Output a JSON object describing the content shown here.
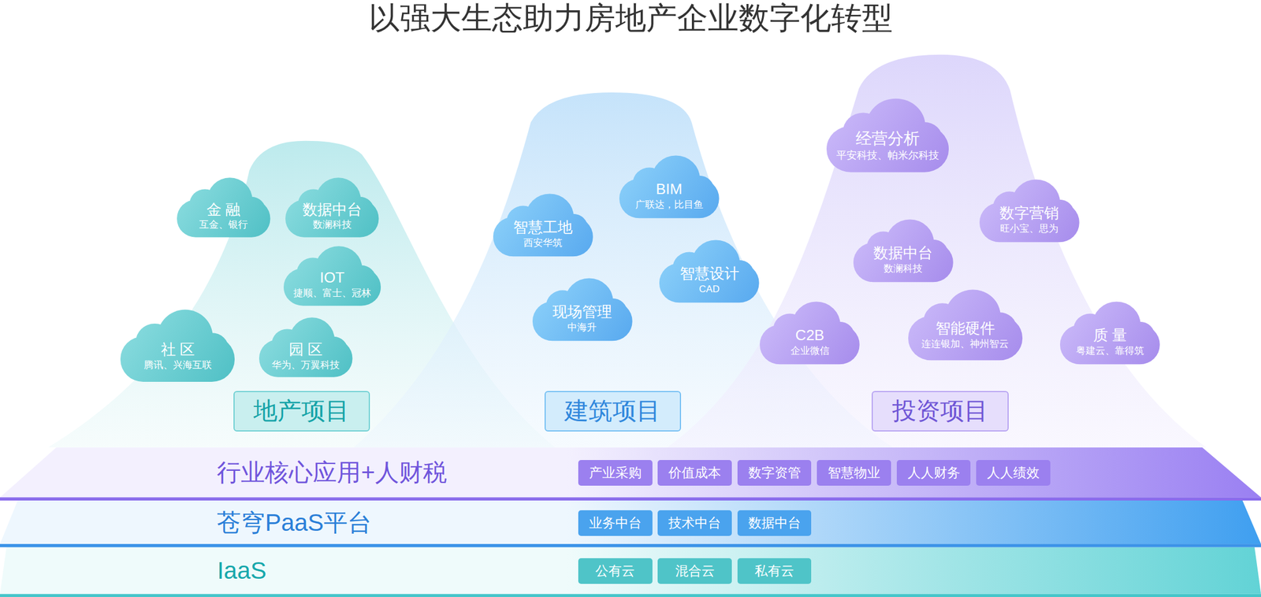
{
  "diagram": {
    "title": "以强大生态助力房地产企业数字化转型",
    "nodes": [
      {
        "text": [
          "金 融",
          "互金、银行"
        ]
      },
      {
        "text": [
          "数据中台",
          "数澜科技"
        ]
      },
      {
        "text": [
          "IOT",
          "捷顺、富士、冠林"
        ]
      },
      {
        "text": [
          "社 区",
          "腾讯、兴海互联"
        ]
      },
      {
        "text": [
          "园 区",
          "华为、万翼科技"
        ]
      },
      {
        "text": [
          "地产项目"
        ]
      },
      {
        "text": [
          "智慧工地",
          "西安华筑"
        ]
      },
      {
        "text": [
          "BIM",
          "广联达，比目鱼"
        ]
      },
      {
        "text": [
          "现场管理",
          "中海升"
        ]
      },
      {
        "text": [
          "智慧设计",
          "CAD"
        ]
      },
      {
        "text": [
          "建筑项目"
        ]
      },
      {
        "text": [
          "经营分析",
          "平安科技、帕米尔科技"
        ]
      },
      {
        "text": [
          "数字营销",
          "旺小宝、思为"
        ]
      },
      {
        "text": [
          "数据中台",
          "数澜科技"
        ]
      },
      {
        "text": [
          "C2B",
          "企业微信"
        ]
      },
      {
        "text": [
          "智能硬件",
          "连连银加、神州智云"
        ]
      },
      {
        "text": [
          "质 量",
          "粤建云、靠得筑"
        ]
      },
      {
        "text": [
          "投资项目"
        ]
      },
      {
        "text": [
          "行业核心应用+人财税"
        ]
      },
      {
        "text": [
          "产业采购"
        ],
        "in": 18
      },
      {
        "text": [
          "价值成本"
        ],
        "in": 18
      },
      {
        "text": [
          "数字资管"
        ],
        "in": 18
      },
      {
        "text": [
          "智慧物业"
        ],
        "in": 18
      },
      {
        "text": [
          "人人财务"
        ],
        "in": 18
      },
      {
        "text": [
          "人人绩效"
        ],
        "in": 18
      },
      {
        "text": [
          "苍穹PaaS平台"
        ]
      },
      {
        "text": [
          "业务中台"
        ],
        "in": 25
      },
      {
        "text": [
          "技术中台"
        ],
        "in": 25
      },
      {
        "text": [
          "数据中台"
        ],
        "in": 25
      },
      {
        "text": [
          "IaaS"
        ]
      },
      {
        "text": [
          "公有云"
        ],
        "in": 29
      },
      {
        "text": [
          "混合云"
        ],
        "in": 29
      },
      {
        "text": [
          "私有云"
        ],
        "in": 29
      }
    ]
  }
}
